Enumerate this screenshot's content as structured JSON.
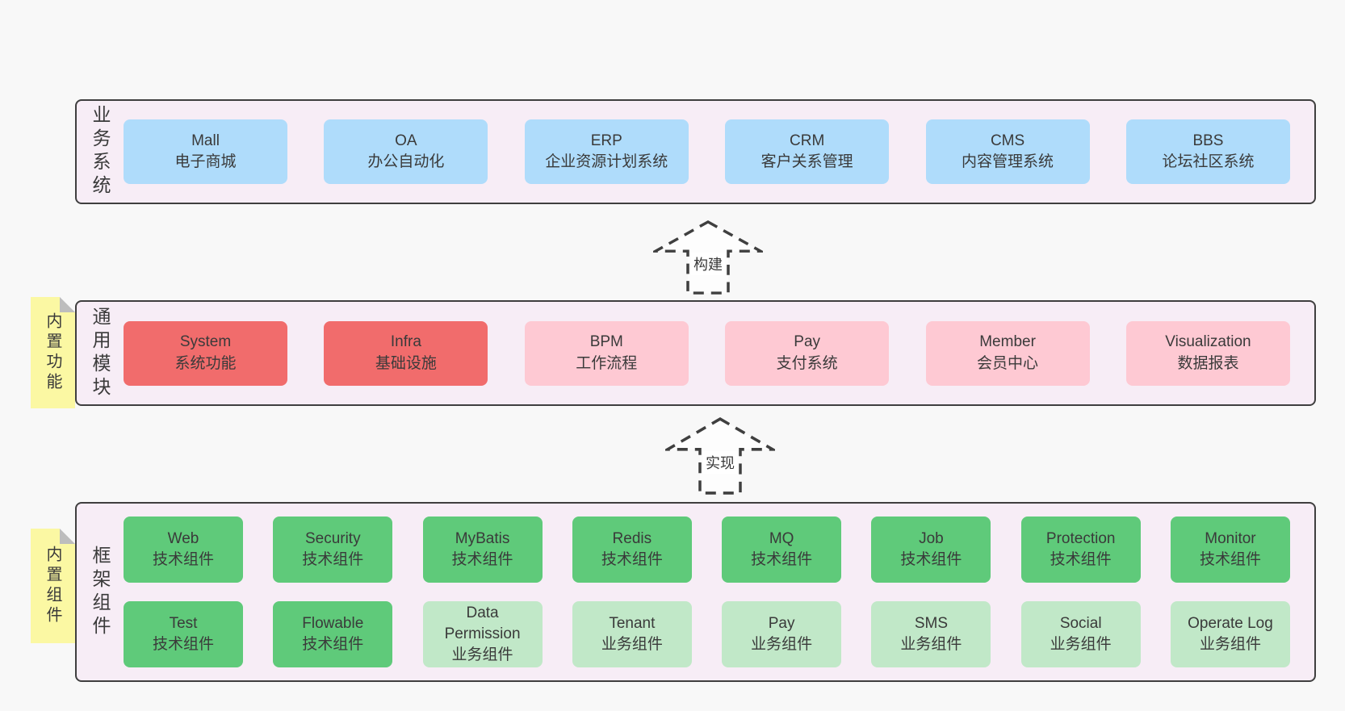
{
  "colors": {
    "page_bg": "#f8f8f8",
    "panel_bg": "#f7edf6",
    "panel_border": "#3f3f3f",
    "text": "#3a3a3a",
    "blue": "#afdcfb",
    "red": "#f16c6c",
    "pink": "#fec9d3",
    "green": "#5fca7a",
    "green_light": "#c1e8c8",
    "yellow": "#fbf8a3",
    "fold_gray": "#bdbdbd",
    "arrow_fill": "#fdfdfd"
  },
  "notes": [
    {
      "label": "内置功能"
    },
    {
      "label": "内置组件"
    }
  ],
  "arrows": [
    {
      "label": "构建"
    },
    {
      "label": "实现"
    }
  ],
  "layers": [
    {
      "label": "业务系统",
      "rows": [
        [
          {
            "title": "Mall",
            "subtitle": "电子商城",
            "variant": "blue"
          },
          {
            "title": "OA",
            "subtitle": "办公自动化",
            "variant": "blue"
          },
          {
            "title": "ERP",
            "subtitle": "企业资源计划系统",
            "variant": "blue"
          },
          {
            "title": "CRM",
            "subtitle": "客户关系管理",
            "variant": "blue"
          },
          {
            "title": "CMS",
            "subtitle": "内容管理系统",
            "variant": "blue"
          },
          {
            "title": "BBS",
            "subtitle": "论坛社区系统",
            "variant": "blue"
          }
        ]
      ]
    },
    {
      "label": "通用模块",
      "rows": [
        [
          {
            "title": "System",
            "subtitle": "系统功能",
            "variant": "red"
          },
          {
            "title": "Infra",
            "subtitle": "基础设施",
            "variant": "red"
          },
          {
            "title": "BPM",
            "subtitle": "工作流程",
            "variant": "pink"
          },
          {
            "title": "Pay",
            "subtitle": "支付系统",
            "variant": "pink"
          },
          {
            "title": "Member",
            "subtitle": "会员中心",
            "variant": "pink"
          },
          {
            "title": "Visualization",
            "subtitle": "数据报表",
            "variant": "pink"
          }
        ]
      ]
    },
    {
      "label": "框架组件",
      "rows": [
        [
          {
            "title": "Web",
            "subtitle": "技术组件",
            "variant": "green"
          },
          {
            "title": "Security",
            "subtitle": "技术组件",
            "variant": "green"
          },
          {
            "title": "MyBatis",
            "subtitle": "技术组件",
            "variant": "green"
          },
          {
            "title": "Redis",
            "subtitle": "技术组件",
            "variant": "green"
          },
          {
            "title": "MQ",
            "subtitle": "技术组件",
            "variant": "green"
          },
          {
            "title": "Job",
            "subtitle": "技术组件",
            "variant": "green"
          },
          {
            "title": "Protection",
            "subtitle": "技术组件",
            "variant": "green"
          },
          {
            "title": "Monitor",
            "subtitle": "技术组件",
            "variant": "green"
          }
        ],
        [
          {
            "title": "Test",
            "subtitle": "技术组件",
            "variant": "green"
          },
          {
            "title": "Flowable",
            "subtitle": "技术组件",
            "variant": "green"
          },
          {
            "title": "Data Permission",
            "subtitle": "业务组件",
            "variant": "green-light"
          },
          {
            "title": "Tenant",
            "subtitle": "业务组件",
            "variant": "green-light"
          },
          {
            "title": "Pay",
            "subtitle": "业务组件",
            "variant": "green-light"
          },
          {
            "title": "SMS",
            "subtitle": "业务组件",
            "variant": "green-light"
          },
          {
            "title": "Social",
            "subtitle": "业务组件",
            "variant": "green-light"
          },
          {
            "title": "Operate Log",
            "subtitle": "业务组件",
            "variant": "green-light"
          }
        ]
      ]
    }
  ]
}
